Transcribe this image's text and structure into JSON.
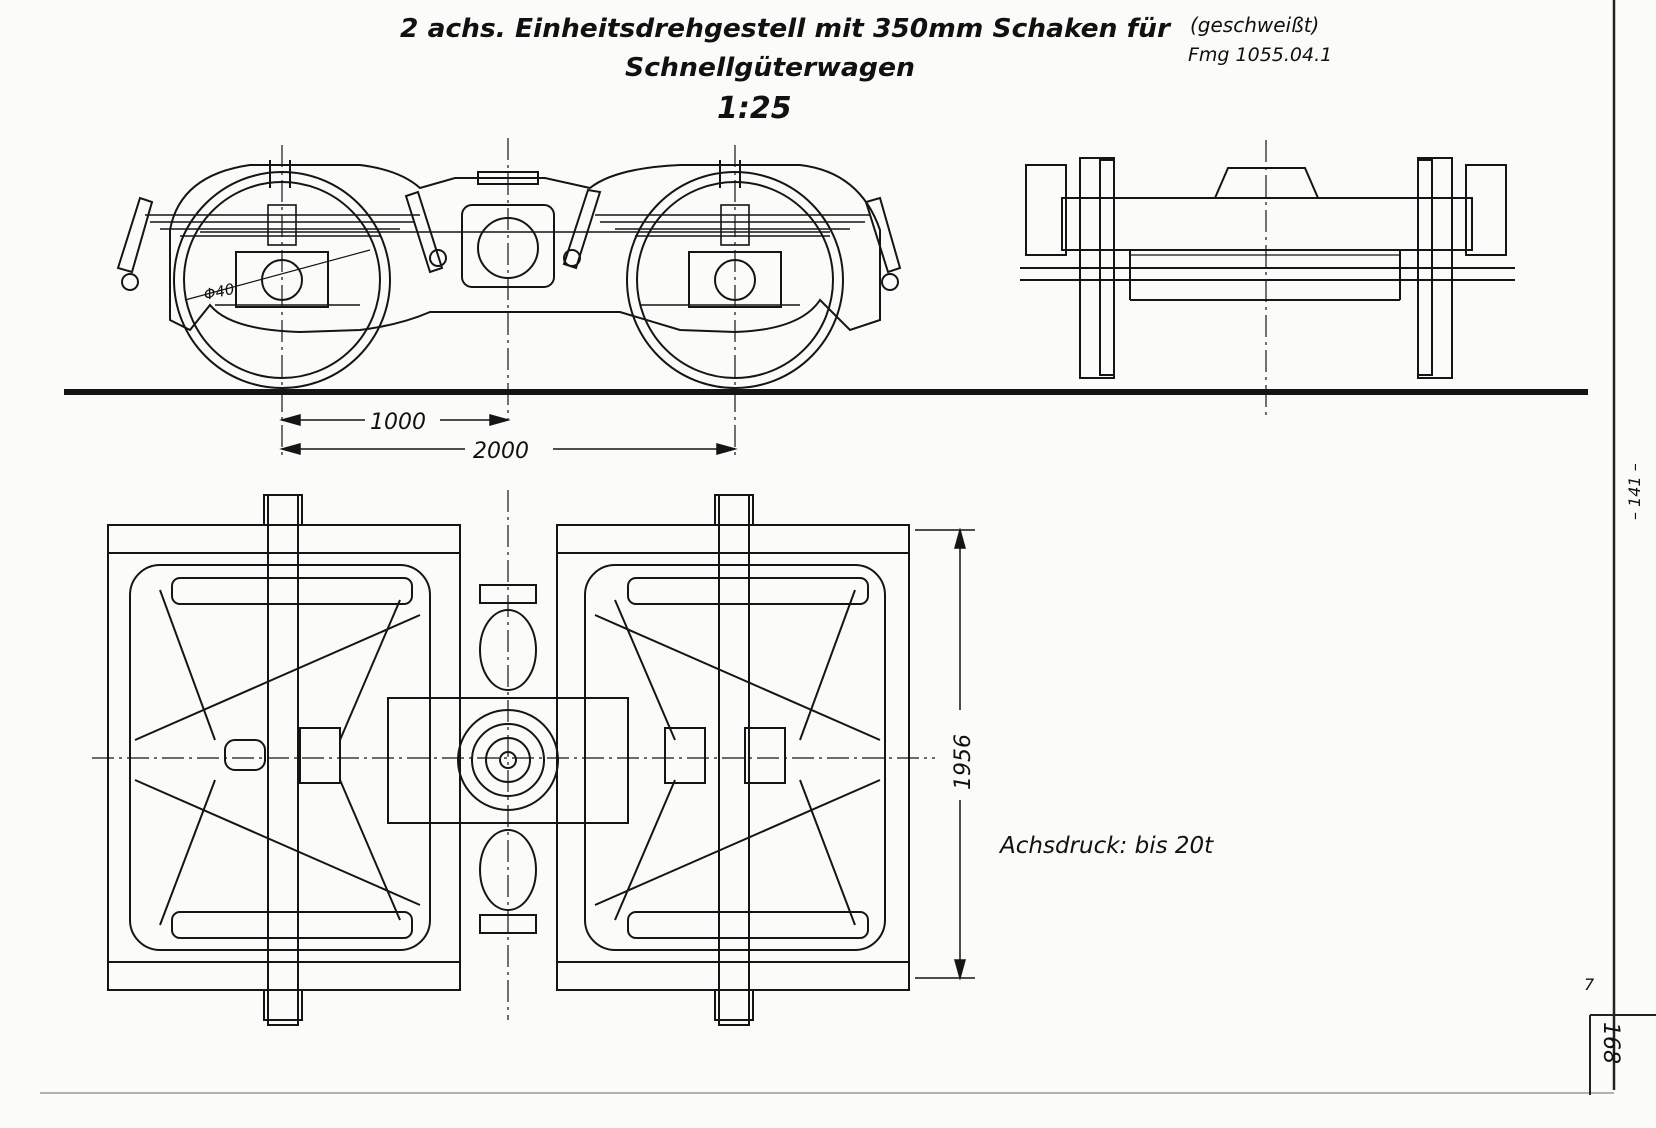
{
  "title": {
    "line1": "2 achs. Einheitsdrehgestell mit 350mm Schaken für",
    "line2": "Schnellgüterwagen",
    "scale": "1:25"
  },
  "note": {
    "line1": "(geschweißt)",
    "line2": "Fmg 1055.04.1"
  },
  "dimensions": {
    "half_wheelbase": "1000",
    "wheelbase": "2000",
    "track_width": "1956",
    "wheel_dim": "Φ40"
  },
  "axle_load": "Achsdruck: bis 20t",
  "margin": {
    "page_number": "168",
    "side_mark": "– 141 –",
    "small_mark": "7"
  }
}
